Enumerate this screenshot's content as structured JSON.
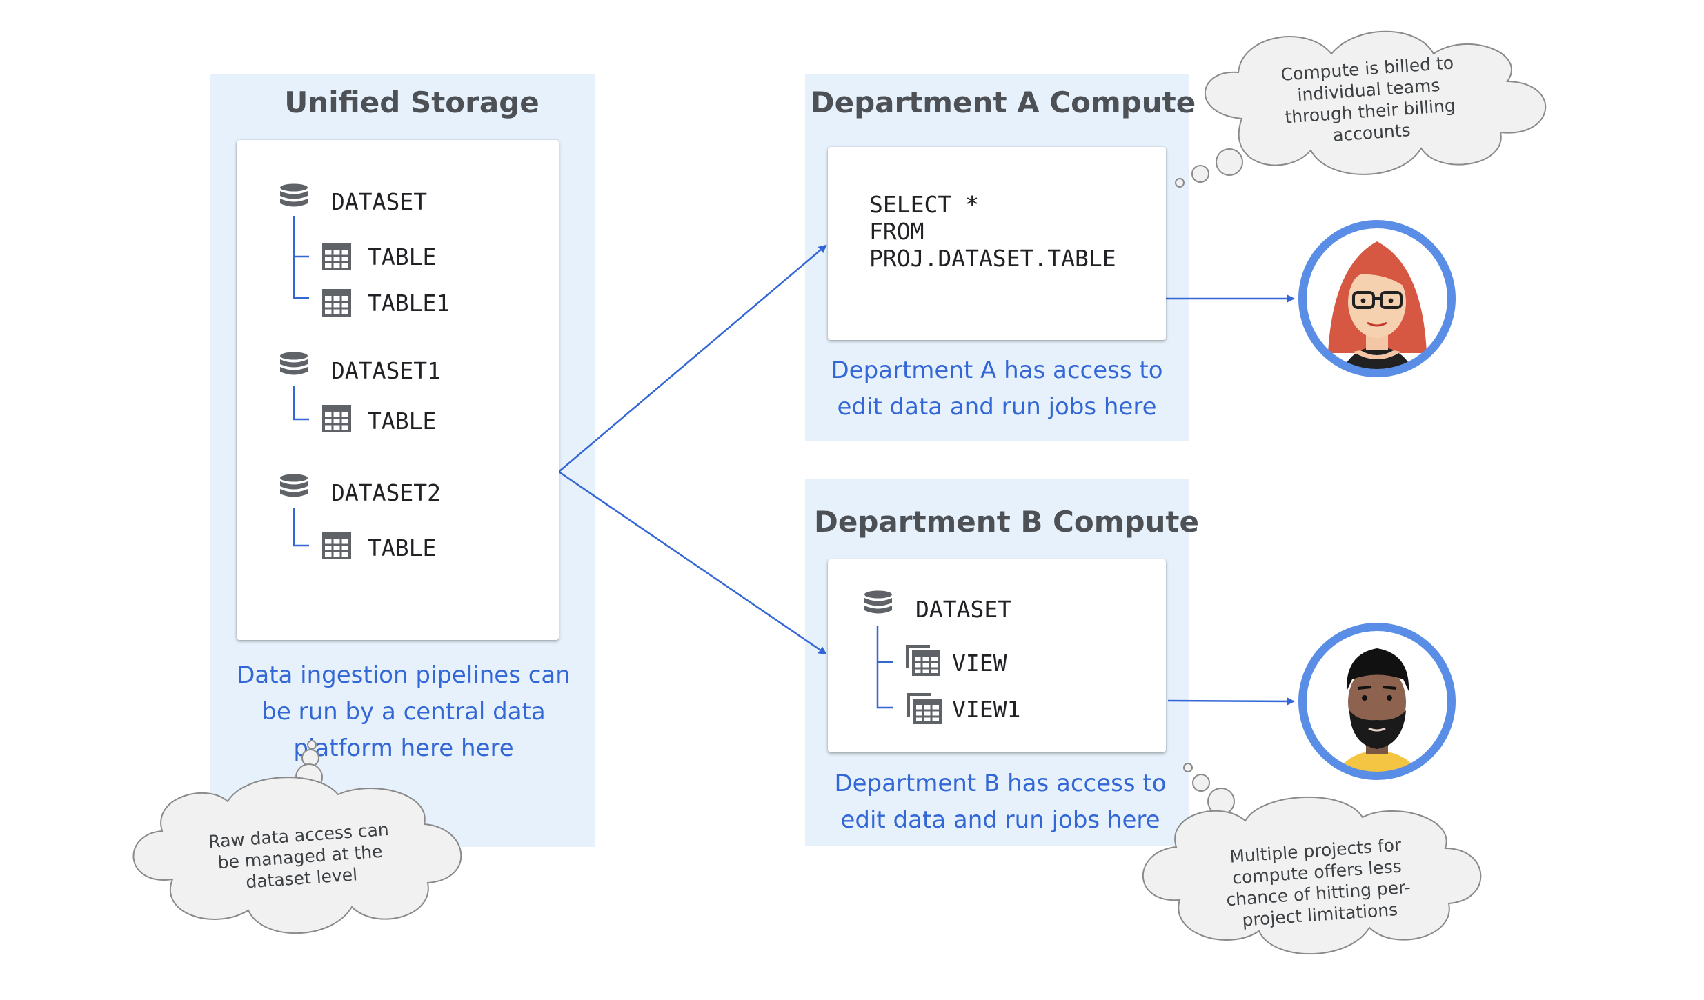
{
  "storage": {
    "title": "Unified Storage",
    "items": [
      {
        "label": "DATASET"
      },
      {
        "label": "TABLE"
      },
      {
        "label": "TABLE1"
      },
      {
        "label": "DATASET1"
      },
      {
        "label": "TABLE"
      },
      {
        "label": "DATASET2"
      },
      {
        "label": "TABLE"
      }
    ],
    "caption": "Data ingestion pipelines can be run by a central data platform here here"
  },
  "dept_a": {
    "title": "Department A Compute",
    "query": [
      "SELECT *",
      "FROM",
      "PROJ.DATASET.TABLE"
    ],
    "caption": "Department A has access to edit data and run jobs here"
  },
  "dept_b": {
    "title": "Department B Compute",
    "items": [
      {
        "label": "DATASET"
      },
      {
        "label": "VIEW"
      },
      {
        "label": "VIEW1"
      }
    ],
    "caption": "Department B has access to edit data and run jobs here"
  },
  "clouds": {
    "billing": "Compute is billed to individual teams through their billing accounts",
    "raw_access": "Raw data access can be managed at the dataset level",
    "projects": "Multiple projects for compute offers less chance of hitting per-project limitations"
  },
  "icons": {
    "dataset": "database-icon",
    "table": "table-grid-icon",
    "view": "view-icon",
    "person_a": "woman-avatar-icon",
    "person_b": "man-avatar-icon"
  },
  "colors": {
    "panel": "#e6f1fb",
    "arrow": "#3367d6",
    "caption": "#3367d6",
    "avatar_ring": "#5a8de6",
    "icon_gray": "#5f6368"
  }
}
